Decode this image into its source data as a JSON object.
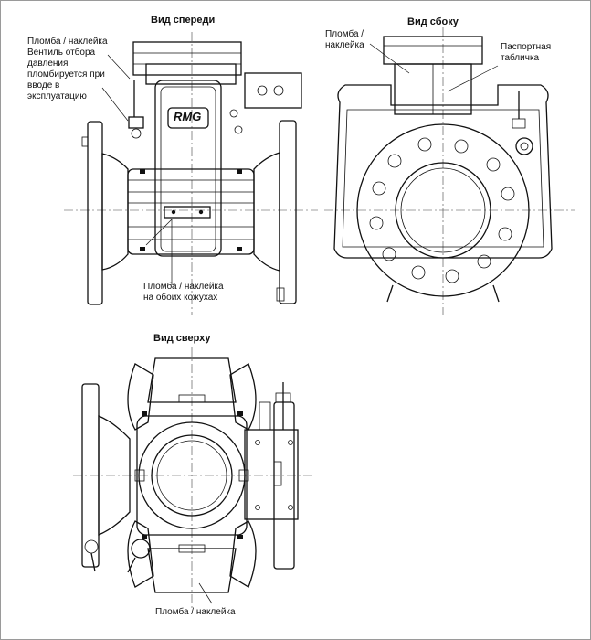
{
  "views": {
    "front": {
      "title": "Вид спереди",
      "label_seal_top": "Пломба / наклейка",
      "label_valve_1": "Вентиль отбора",
      "label_valve_2": "давления",
      "label_valve_3": "пломбируется при",
      "label_valve_4": "вводе в",
      "label_valve_5": "эксплуатацию",
      "label_seal_bottom_1": "Пломба / наклейка",
      "label_seal_bottom_2": "на обоих кожухах",
      "logo_text": "RMG"
    },
    "side": {
      "title": "Вид сбоку",
      "label_seal_1": "Пломба /",
      "label_seal_2": "наклейка",
      "label_plate_1": "Паспортная",
      "label_plate_2": "табличка"
    },
    "top": {
      "title": "Вид сверху",
      "label_seal": "Пломба / наклейка"
    }
  },
  "colors": {
    "line": "#111111",
    "frame": "#9a9a9a",
    "background": "#ffffff"
  }
}
